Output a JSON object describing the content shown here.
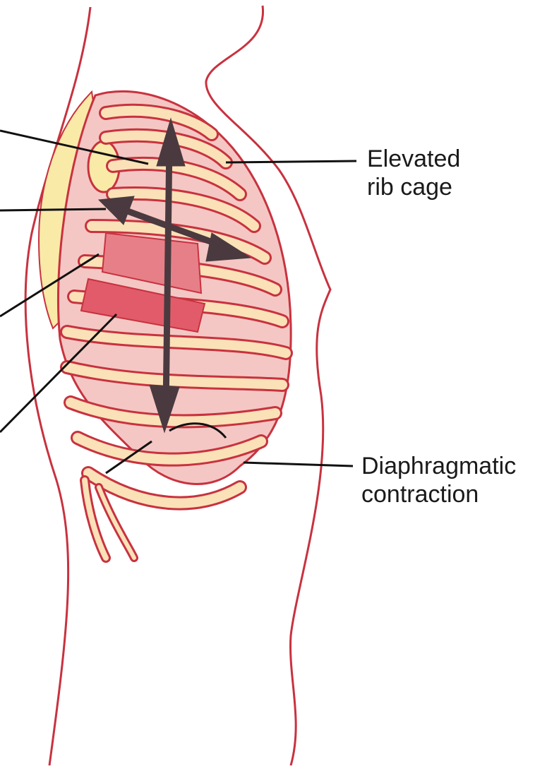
{
  "diagram": {
    "labels": {
      "elevated_rib_cage": [
        "Elevated",
        "rib cage"
      ],
      "diaphragmatic_contraction": [
        "Diaphragmatic",
        "contraction"
      ]
    },
    "colors": {
      "outline": "#c8323f",
      "bone_fill": "#fbe1b8",
      "tissue_fill": "#f4c7c4",
      "shoulder_fill": "#faeaa8",
      "muscle_fill": "#e25b6a",
      "arrow": "#4a3a3f",
      "leader_line": "#111111"
    }
  }
}
